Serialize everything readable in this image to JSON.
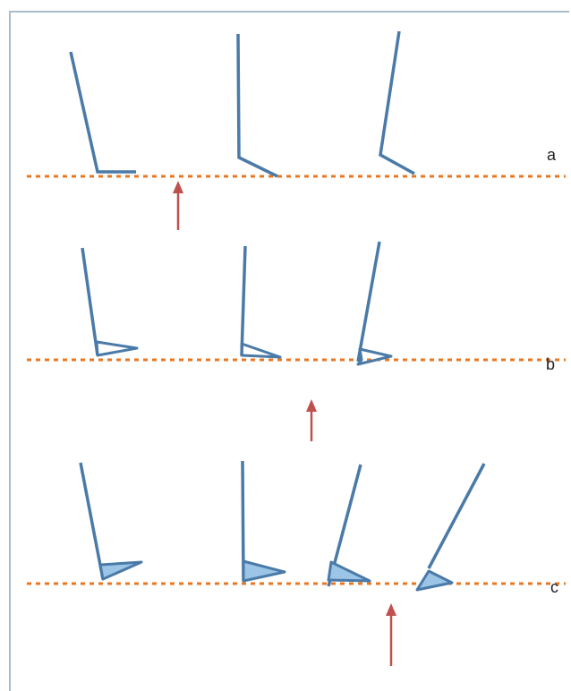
{
  "colors": {
    "frame": "#a9bccb",
    "limb": "#4a7aa8",
    "foot_fill": "#9cc4e6",
    "ground": "#e87722",
    "arrow": "#c0504d"
  },
  "rows": [
    {
      "label": "a",
      "style": "open"
    },
    {
      "label": "b",
      "style": "outline-wedge"
    },
    {
      "label": "c",
      "style": "filled-wedge"
    }
  ]
}
